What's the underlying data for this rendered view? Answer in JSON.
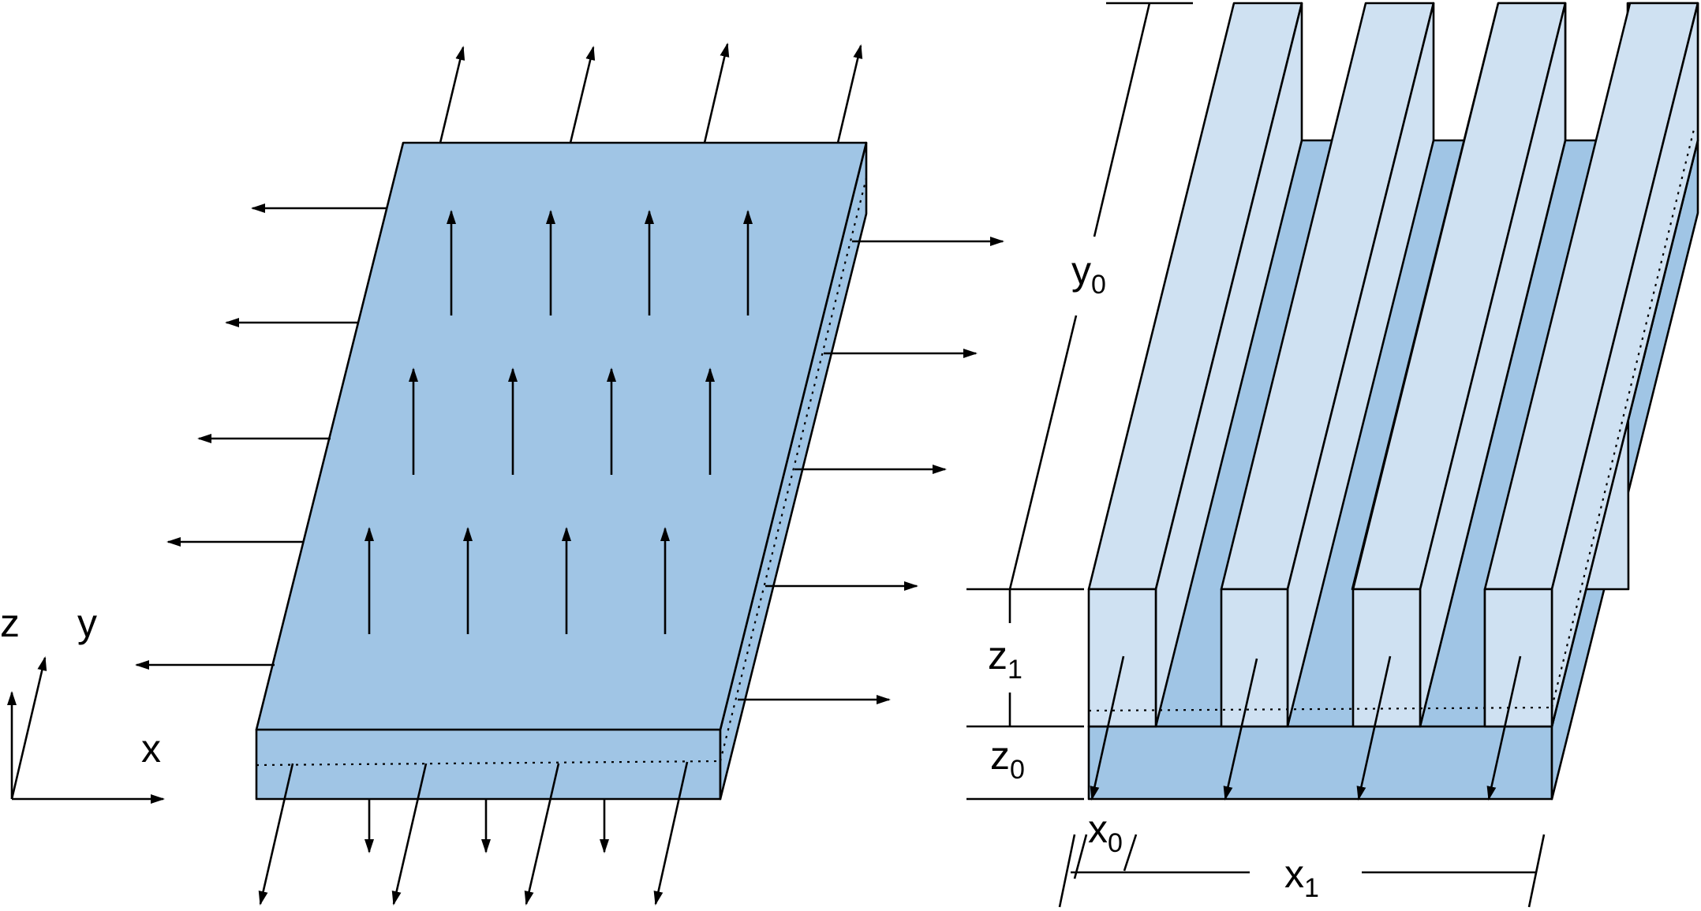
{
  "colors": {
    "slab_top": "#a0c5e5",
    "slab_side": "#a0c5e5",
    "fin_face": "#cfe1f2",
    "stroke": "#000000",
    "background": "#ffffff"
  },
  "axes_labels": {
    "z": "z",
    "y": "y",
    "x": "x"
  },
  "dimensions": {
    "y0": {
      "main": "y",
      "sub": "0"
    },
    "z1": {
      "main": "z",
      "sub": "1"
    },
    "z0": {
      "main": "z",
      "sub": "0"
    },
    "x0": {
      "main": "x",
      "sub": "0"
    },
    "x1": {
      "main": "x",
      "sub": "1"
    }
  }
}
